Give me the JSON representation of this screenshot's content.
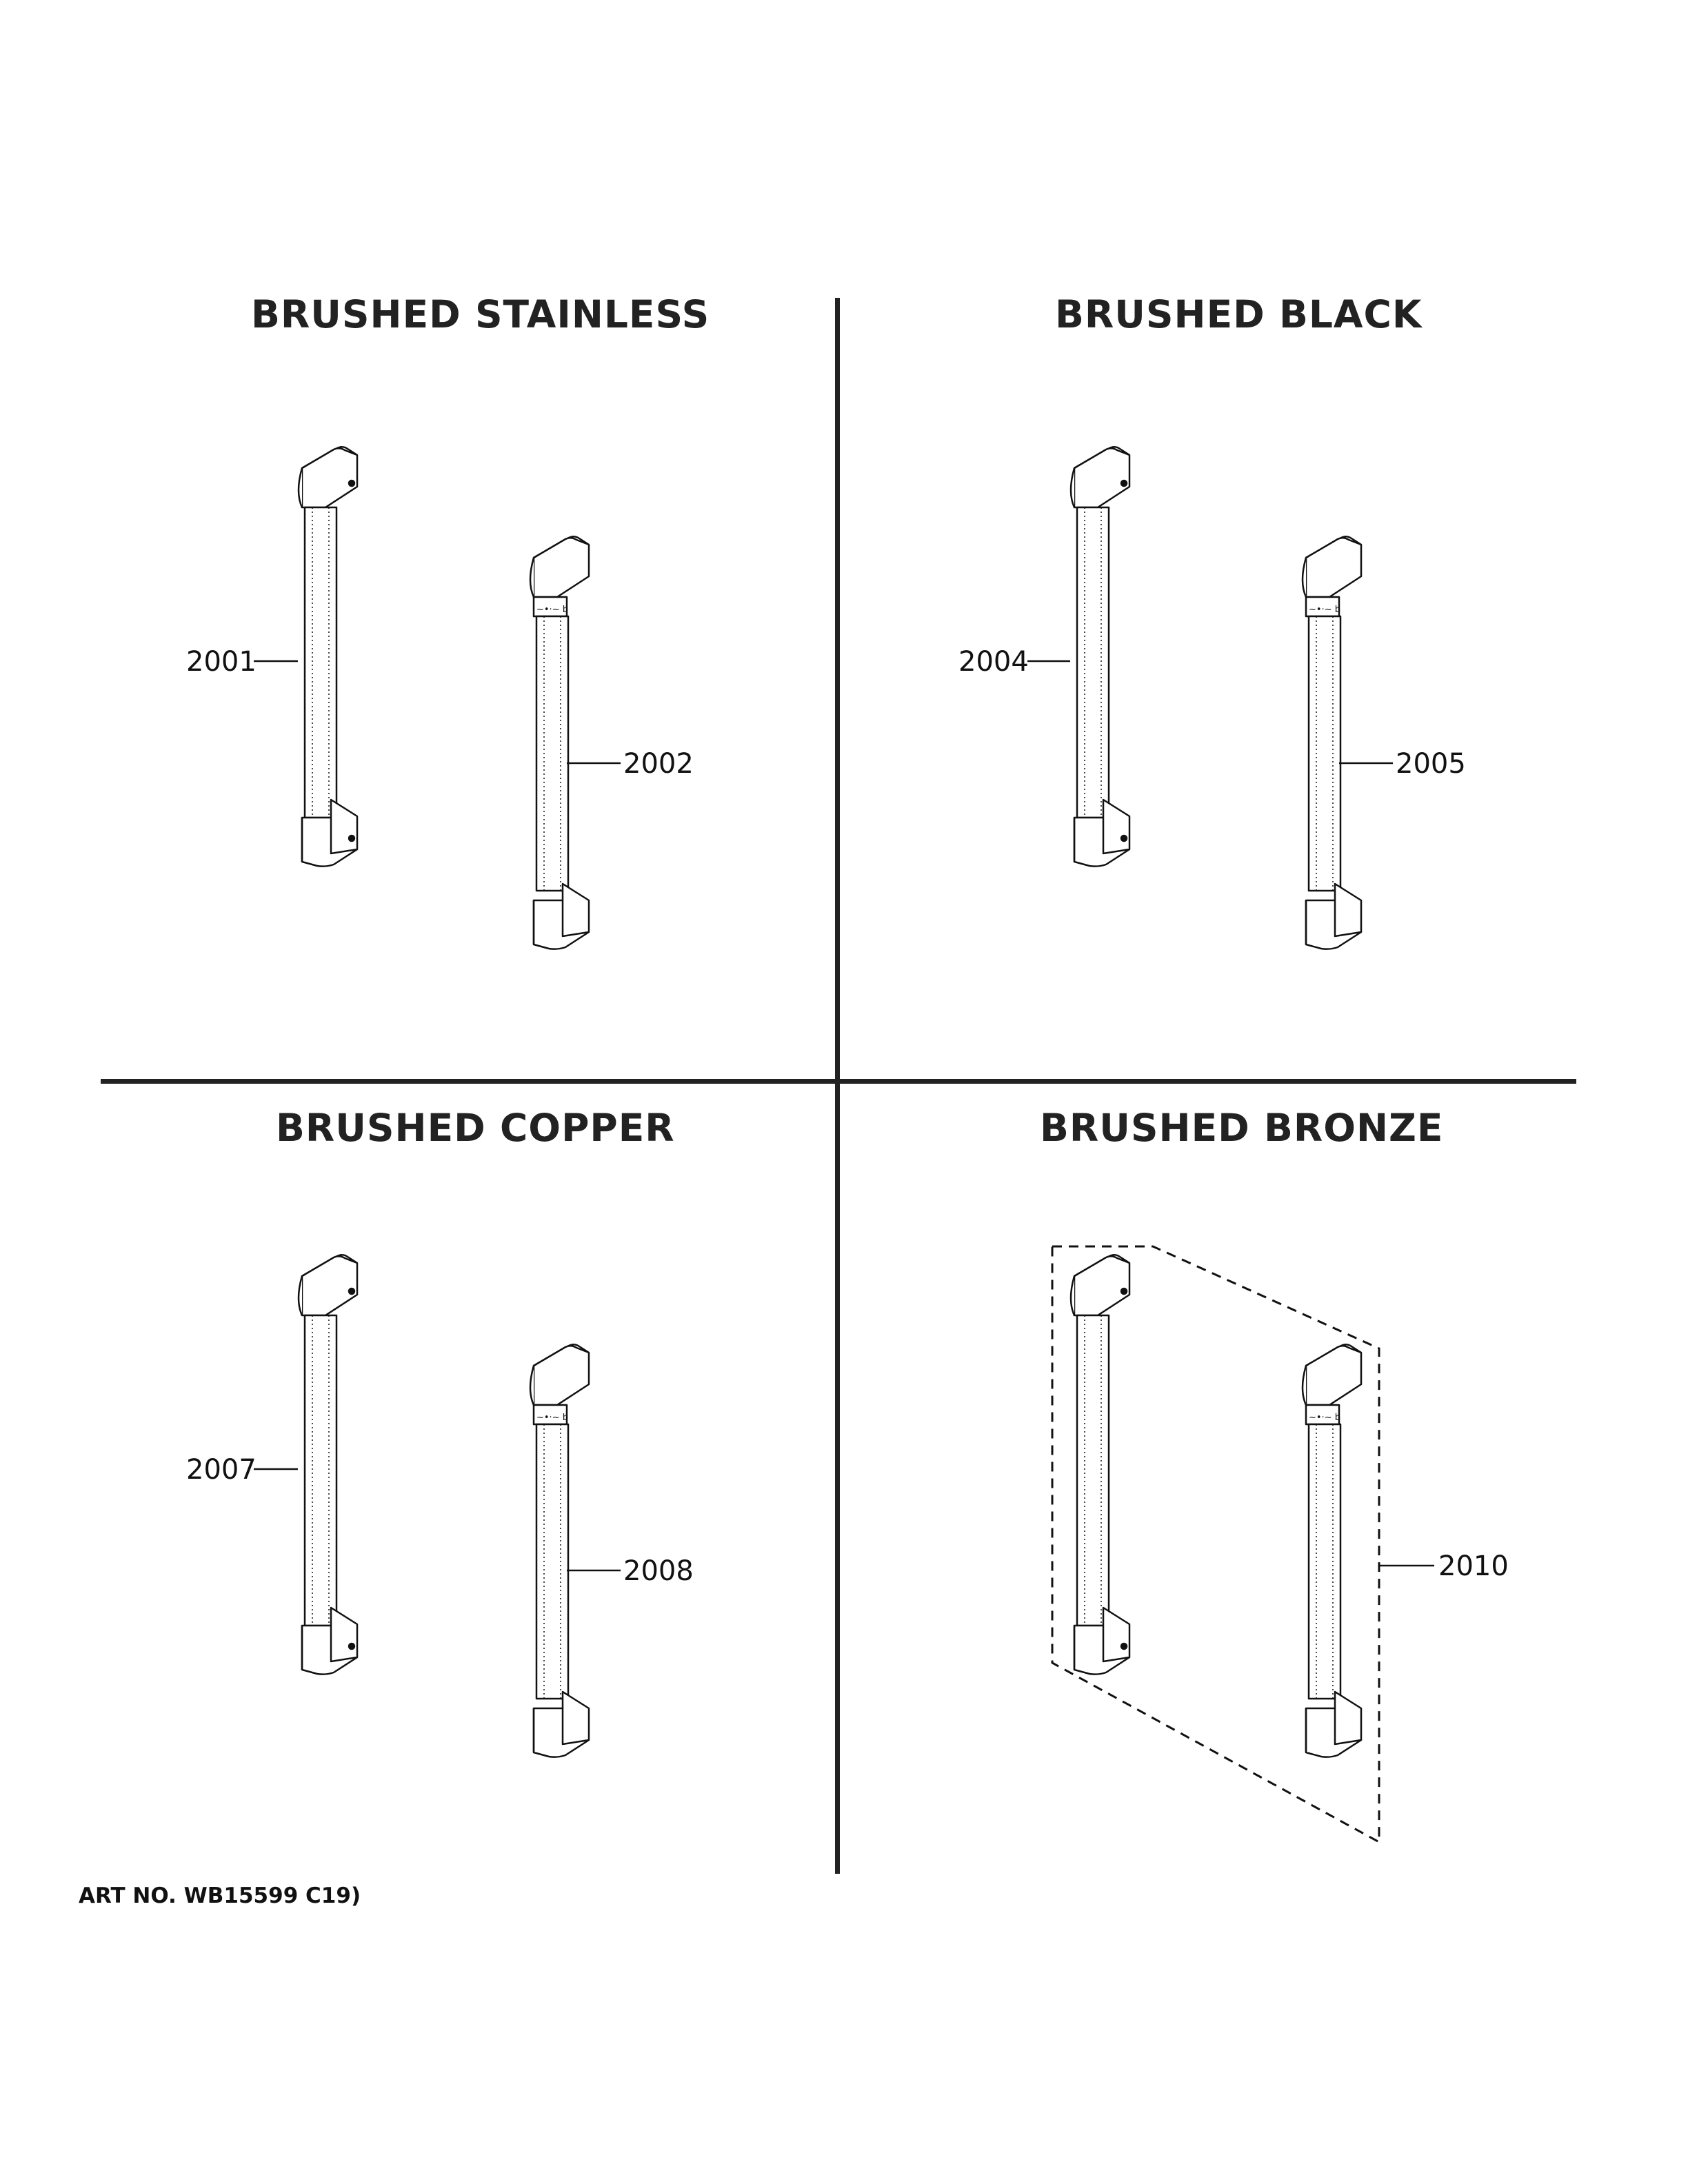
{
  "sections": [
    {
      "title": "BRUSHED STAINLESS",
      "callouts": [
        "2001",
        "2002"
      ]
    },
    {
      "title": "BRUSHED BLACK",
      "callouts": [
        "2004",
        "2005"
      ]
    },
    {
      "title": "BRUSHED COPPER",
      "callouts": [
        "2007",
        "2008"
      ]
    },
    {
      "title": "BRUSHED BRONZE",
      "callouts": [
        "2010"
      ]
    }
  ],
  "art_number": "ART NO. WB15599 C19)"
}
